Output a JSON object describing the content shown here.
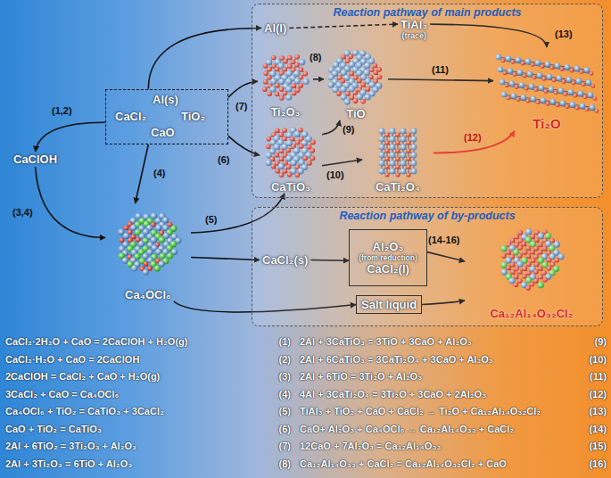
{
  "diagram": {
    "nodes": [
      {
        "text": [
          "Reaction pathway of main products"
        ]
      },
      {
        "text": [
          "Al(l)"
        ],
        "in": 0
      },
      {
        "text": [
          "TiAl₃",
          "(trace)"
        ],
        "in": 0
      },
      {
        "text": [
          "Ti₂O₃"
        ],
        "in": 0
      },
      {
        "text": [
          "TiO"
        ],
        "in": 0
      },
      {
        "text": [
          "CaTiO₃"
        ],
        "in": 0
      },
      {
        "text": [
          "CaTi₂O₄"
        ],
        "in": 0
      },
      {
        "text": [
          "Ti₂O"
        ],
        "in": 0
      },
      {
        "text": [
          "Al(s)",
          "CaCl₂",
          "TiO₂",
          "CaO"
        ]
      },
      {
        "text": [
          "CaClOH"
        ]
      },
      {
        "text": [
          "Ca₄OCl₆"
        ]
      },
      {
        "text": [
          "Reaction pathway of by-products"
        ]
      },
      {
        "text": [
          "Al₂O₃",
          "(from reduction)",
          "CaCl₂(l)"
        ],
        "in": 11
      },
      {
        "text": [
          "CaCl₂(s)"
        ],
        "in": 11
      },
      {
        "text": [
          "Salt liquid"
        ],
        "in": 11
      },
      {
        "text": [
          "Ca₁₂Al₁₄O₃₂Cl₂"
        ],
        "in": 11
      }
    ],
    "edges": [
      {
        "from": 8,
        "to": 9,
        "arrow": "to",
        "label": "(1,2)"
      },
      {
        "from": 9,
        "to": 10,
        "arrow": "to",
        "label": "(3,4)"
      },
      {
        "from": 8,
        "to": 10,
        "arrow": "to",
        "label": "(4)"
      },
      {
        "from": 8,
        "to": 1,
        "arrow": "to"
      },
      {
        "from": 1,
        "to": 2,
        "arrow": "to"
      },
      {
        "from": 8,
        "to": 3,
        "arrow": "to",
        "label": "(7)"
      },
      {
        "from": 8,
        "to": 5,
        "arrow": "to",
        "label": "(6)"
      },
      {
        "from": 3,
        "to": 4,
        "arrow": "to",
        "label": "(8)"
      },
      {
        "from": 5,
        "to": 4,
        "arrow": "to",
        "label": "(9)"
      },
      {
        "from": 5,
        "to": 6,
        "arrow": "to",
        "label": "(10)"
      },
      {
        "from": 4,
        "to": 7,
        "arrow": "to",
        "label": "(11)"
      },
      {
        "from": 6,
        "to": 7,
        "arrow": "to",
        "label": "(12)"
      },
      {
        "from": 2,
        "to": 7,
        "arrow": "to",
        "label": "(13)"
      },
      {
        "from": 10,
        "to": 5,
        "arrow": "to",
        "label": "(5)"
      },
      {
        "from": 10,
        "to": 13,
        "arrow": "to"
      },
      {
        "from": 10,
        "to": 14,
        "arrow": "to"
      },
      {
        "from": 13,
        "to": 12,
        "arrow": "to"
      },
      {
        "from": 12,
        "to": 15,
        "arrow": "to",
        "label": "(14-16)"
      },
      {
        "from": 14,
        "to": 15,
        "arrow": "to"
      }
    ],
    "labels": [
      "CaCl₂·2H₂O + CaO = 2CaClOH + H₂O(g)",
      "(1)",
      "CaCl₂·H₂O + CaO = 2CaClOH",
      "(2)",
      "2CaClOH = CaCl₂ + CaO + H₂O(g)",
      "(3)",
      "3CaCl₂ + CaO = Ca₄OCl₆",
      "(4)",
      "Ca₄OCl₆ + TiO₂ = CaTiO₃ + 3CaCl₂",
      "(5)",
      "CaO + TiO₂ = CaTiO₃",
      "(6)",
      "2Al + 6TiO₂ = 3Ti₂O₃ + Al₂O₃",
      "(7)",
      "2Al + 3Ti₂O₃ = 6TiO + Al₂O₃",
      "(8)",
      "2Al + 3CaTiO₃ = 3TiO + 3CaO + Al₂O₃",
      "(9)",
      "2Al + 6CaTiO₃ = 3CaTi₂O₄ + 3CaO + Al₂O₃",
      "(10)",
      "2Al + 6TiO = 3Ti₂O + Al₂O₃",
      "(11)",
      "4Al + 3CaTi₂O₄ = 3Ti₂O + 3CaO + 2Al₂O₃",
      "(12)",
      "TiAl₃ + TiO₂ + CaO + CaCl₂ → Ti₂O + Ca₁₂Al₁₄O₃₂Cl₂",
      "(13)",
      "CaO+ Al₂O₃ + Ca₄OCl₆ → Ca₁₂Al₁₄O₃₃ + CaCl₂",
      "(14)",
      "12CaO + 7Al₂O₃ = Ca₁₂Al₁₄O₃₃",
      "(15)",
      "Ca₁₂Al₁₄O₃₃ + CaCl₂ = Ca₁₂Al₁₄O₃₂Cl₂ + CaO",
      "(16)"
    ]
  }
}
